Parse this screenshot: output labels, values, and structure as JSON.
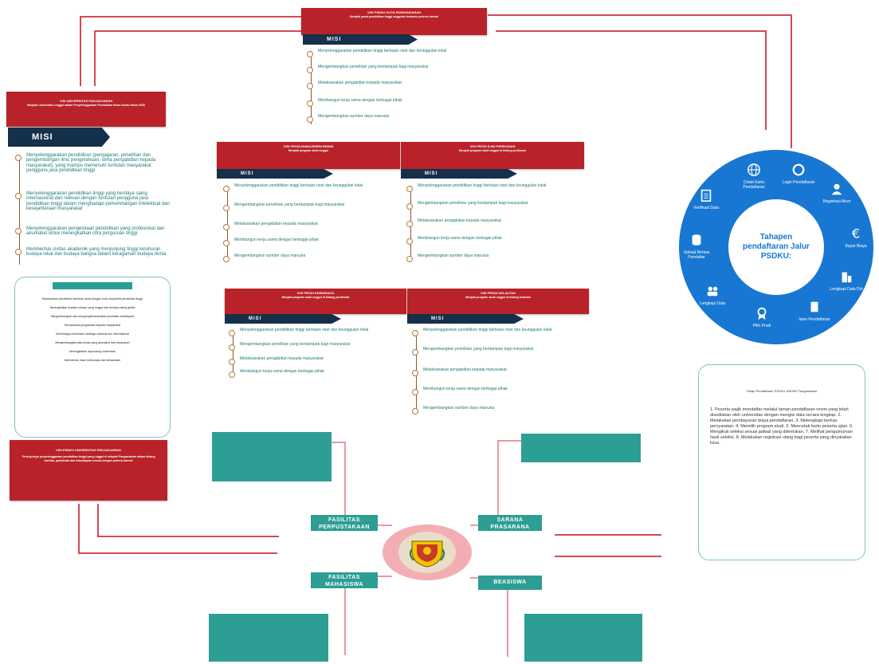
{
  "colors": {
    "red": "#b82228",
    "navy": "#14304a",
    "teal": "#2c9e94",
    "teal_text": "#1a7a78",
    "blue": "#1877d2",
    "arrow": "#d24b55"
  },
  "misi_label": "MISI",
  "left_card": {
    "title": "VISI UNIVERSITAS PADJADJARAN",
    "subtitle": "Menjadi Universitas Unggul dalam Penyelenggaraan Pendidikan Kelas Dunia Tahun 2026",
    "misi_items": [
      "Menyelenggarakan pendidikan (pengajaran, penelitian dan pengembangan ilmu pengetahuan, serta pengabdian kepada masyarakat), yang mampu memenuhi tuntutan masyarakat pengguna jasa pendidikan tinggi",
      "Menyelenggarakan pendidikan tinggi yang berdaya saing internasional dan relevan dengan tuntutan pengguna jasa pendidikan tinggi dalam menghadapi perkembangan intelektual dan kesejahteraan masyarakat",
      "Menyelenggarakan pengelolaan pendidikan yang profesional dan akuntabel untuk meningkatkan citra perguruan tinggi",
      "Membentuk civitas akademik yang menjunjung tinggi keluhuran budaya lokal dan budaya bangsa dalam keragaman budaya dunia"
    ]
  },
  "tujuan_panel": {
    "title": "TUJUAN",
    "items": [
      "Mewujudkan pendidikan berkelas dunia dengan mutu kompetitif pendidikan tinggi",
      "Meningkatkan kualitas lulusan yang unggul dan berdaya saing global",
      "Mengembangkan dan mengimplementasikan penelitian multidisiplin",
      "Memperkuat pengabdian kepada masyarakat",
      "Membangun kemitraan strategis nasional dan internasional",
      "Mengembangkan tata kelola yang akuntabel dan transparan",
      "Meningkatkan daya saing universitas",
      "Membentuk insan berbudaya dan berkarakter"
    ]
  },
  "bottom_left_card": {
    "title": "VISI PSDKU UNIVERSITAS PADJADJARAN",
    "subtitle": "Terwujudnya penyelenggaraan pendidikan tinggi yang unggul di wilayah Pangandaran dalam bidang maritim, pariwisata dan kebudayaan sesuai dengan potensi daerah"
  },
  "top_card": {
    "title": "VISI PSDKU KOTA PANGANDARAN",
    "subtitle": "Menjadi pusat pendidikan tinggi unggulan berbasis potensi daerah"
  },
  "top_misi_items": [
    "Menyelenggarakan pendidikan tinggi berbasis riset dan keunggulan lokal",
    "Mengembangkan penelitian yang berdampak bagi masyarakat",
    "Melaksanakan pengabdian kepada masyarakat",
    "Membangun kerja sama dengan berbagai pihak",
    "Mengembangkan sumber daya manusia"
  ],
  "mid_left_card": {
    "title": "VISI PRODI MANAJEMEN BISNIS",
    "subtitle": "Menjadi program studi unggul"
  },
  "mid_right_card": {
    "title": "VISI PRODI ILMU PERIKANAN",
    "subtitle": "Menjadi program studi unggul di bidang perikanan"
  },
  "low_left_card": {
    "title": "VISI PRODI PARIWISATA",
    "subtitle": "Menjadi program studi unggul di bidang pariwisata"
  },
  "low_right_card": {
    "title": "VISI PRODI KELAUTAN",
    "subtitle": "Menjadi program studi unggul di bidang kelautan"
  },
  "wheel": {
    "center": "Tahapen pendaftaran Jalur PSDKU:",
    "items": [
      "Cetak Kartu Pendaftaran",
      "Login Pendaftaran",
      "Registrasi Akun",
      "Bayar Biaya",
      "Lengkapi Data Diri",
      "Isian Pendaftaran",
      "Pilih Prodi",
      "Lengkapi Data",
      "Upload Berkas Pendaftar",
      "Verifikasi Data"
    ]
  },
  "right_panel": {
    "title": "Tahap Pendaftaran PSDKU UNPAD Pangandaran",
    "text": "1. Peserta wajib mendaftar melalui laman pendaftaran resmi yang telah disediakan oleh universitas dengan mengisi data secara lengkap. 2. Melakukan pembayaran biaya pendaftaran. 3. Melengkapi berkas persyaratan. 4. Memilih program studi. 5. Mencetak kartu peserta ujian. 6. Mengikuti seleksi sesuai jadwal yang ditentukan. 7. Melihat pengumuman hasil seleksi. 8. Melakukan registrasi ulang bagi peserta yang dinyatakan lulus."
  },
  "mindmap": {
    "branches": [
      "FASILITAS PERPUSTAKAAN",
      "SARANA PRASARANA",
      "FASILITAS MAHASISWA",
      "BEASISWA"
    ]
  }
}
